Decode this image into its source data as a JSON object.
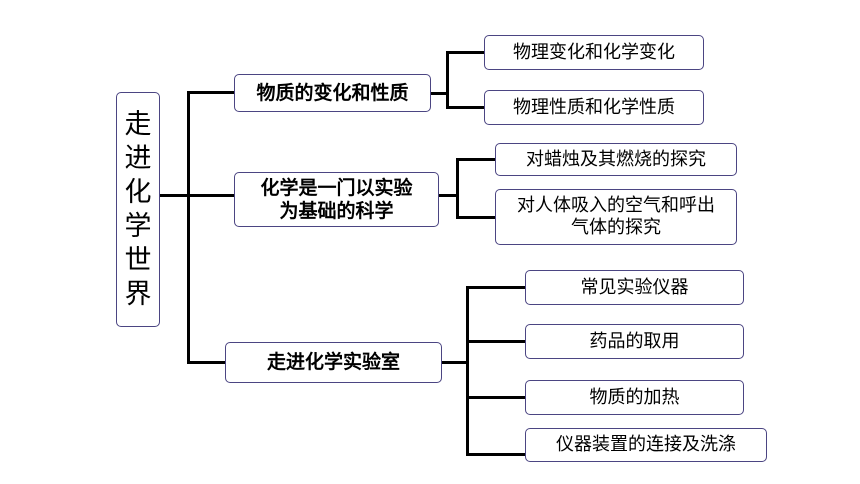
{
  "root": {
    "label": "走进化学世界"
  },
  "branches": [
    {
      "label": "物质的变化和性质",
      "children": [
        "物理变化和化学变化",
        "物理性质和化学性质"
      ]
    },
    {
      "label": "化学是一门以实验为基础的科学",
      "children": [
        "对蜡烛及其燃烧的探究",
        "对人体吸入的空气和呼出气体的探究"
      ]
    },
    {
      "label": "走进化学实验室",
      "children": [
        "常见实验仪器",
        "药品的取用",
        "物质的加热",
        "仪器装置的连接及洗涤"
      ]
    }
  ]
}
